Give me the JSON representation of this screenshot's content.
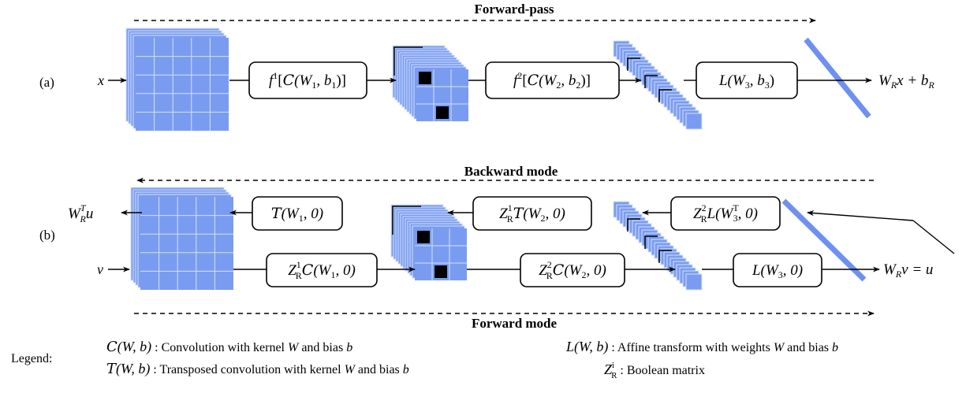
{
  "colors": {
    "feature_map": "#7a9cf0",
    "feature_grid": "#d4e0fb",
    "weight_bar": "#6f90ef",
    "pooled_cell": "#000000"
  },
  "labels": {
    "forward_pass": "Forward-pass",
    "backward_mode": "Backward mode",
    "forward_mode": "Forward mode",
    "panel_a": "(a)",
    "panel_b": "(b)",
    "legend_title": "Legend:"
  },
  "panel_a": {
    "input": "x",
    "output_main": "W",
    "output_sub": "R",
    "output_rest": "x + b",
    "output_sub2": "R",
    "box1": {
      "f": "f",
      "sup": "1",
      "open": "[",
      "op": "C",
      "args": "(W",
      "s1": "1",
      "mid": ", b",
      "s2": "1",
      "close": ")]"
    },
    "box2": {
      "f": "f",
      "sup": "2",
      "open": "[",
      "op": "C",
      "args": "(W",
      "s1": "2",
      "mid": ", b",
      "s2": "2",
      "close": ")]"
    },
    "box3": {
      "op": "L",
      "args": "(W",
      "s1": "3",
      "mid": ", b",
      "s2": "3",
      "close": ")"
    }
  },
  "panel_b": {
    "out_top_main": "W",
    "out_top_sup": "T",
    "out_top_sub": "R",
    "out_top_rest": "u",
    "input_v": "v",
    "out_bottom_main": "W",
    "out_bottom_sub": "R",
    "out_bottom_rest": "v = u",
    "box_t1": {
      "op": "T",
      "args": "(W",
      "s1": "1",
      "rest": ", 0)"
    },
    "box_t2": {
      "z": "Z",
      "zsup": "1",
      "zsub": "R",
      "op": "T",
      "args": "(W",
      "s1": "2",
      "rest": ", 0)"
    },
    "box_t3": {
      "z": "Z",
      "zsup": "2",
      "zsub": "R",
      "op": "L",
      "args": "(W",
      "s1": "3",
      "sup": "T",
      "rest": ", 0)"
    },
    "box_f1": {
      "z": "Z",
      "zsup": "1",
      "zsub": "R",
      "op": "C",
      "args": "(W",
      "s1": "1",
      "rest": ", 0)"
    },
    "box_f2": {
      "z": "Z",
      "zsup": "2",
      "zsub": "R",
      "op": "C",
      "args": "(W",
      "s1": "2",
      "rest": ", 0)"
    },
    "box_f3": {
      "op": "L",
      "args": "(W",
      "s1": "3",
      "rest": ", 0)"
    }
  },
  "legend": {
    "c_sym": "C",
    "c_args": "(W, b)",
    "c_text": " : Convolution with kernel ",
    "c_w": "W",
    "c_and": " and bias ",
    "c_b": "b",
    "t_sym": "T",
    "t_args": "(W, b)",
    "t_text": " : Transposed convolution with kernel ",
    "t_w": "W",
    "t_and": " and bias ",
    "t_b": "b",
    "l_sym": "L",
    "l_args": "(W, b)",
    "l_text": " : Affine transform with weights ",
    "l_w": "W",
    "l_and": " and bias ",
    "l_b": "b",
    "z_sym": "Z",
    "z_sup": "i",
    "z_sub": "R",
    "z_text": " : Boolean matrix"
  }
}
